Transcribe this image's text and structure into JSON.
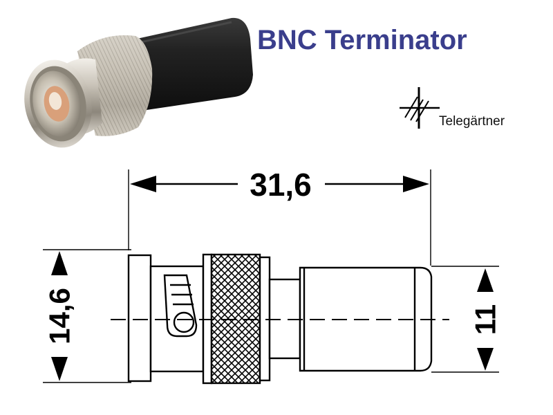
{
  "title": "BNC Terminator",
  "brand": {
    "name": "Telegärtner"
  },
  "product_photo": {
    "subject": "bnc-terminator"
  },
  "dimensions": {
    "length_label": "31,6",
    "flange_diameter_label": "14,6",
    "body_diameter_label": "11"
  },
  "colors": {
    "title": "#3a3e8c",
    "drawing": "#000000",
    "metal": "#c9c3b8",
    "sleeve": "#1c1c1c"
  }
}
